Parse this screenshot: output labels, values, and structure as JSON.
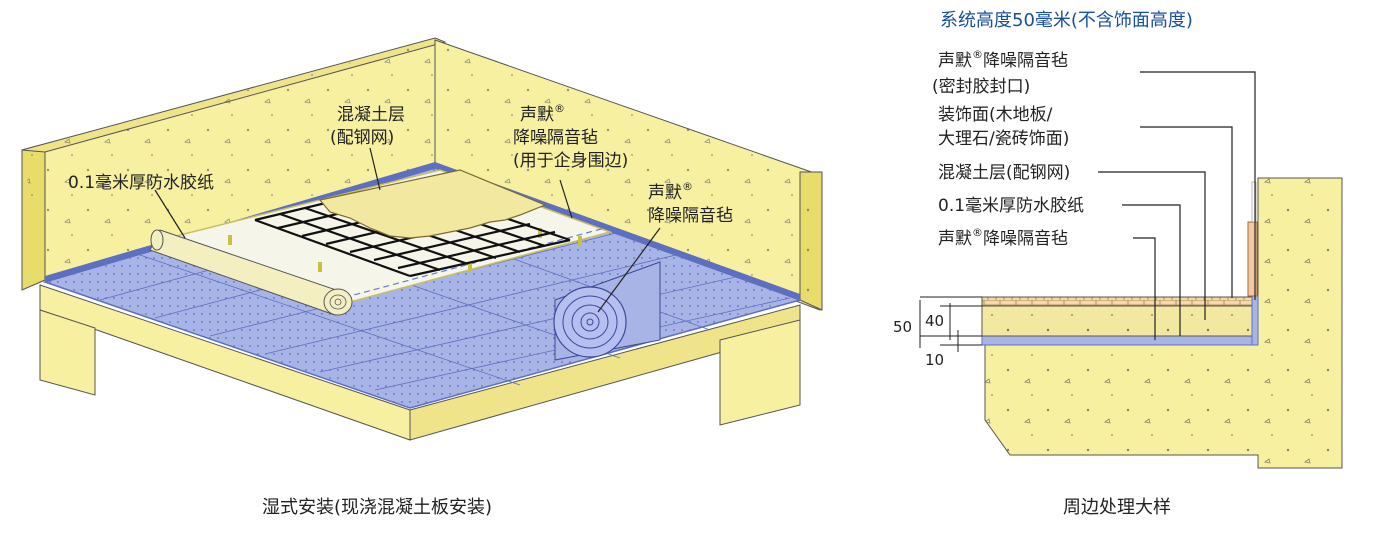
{
  "left": {
    "labels": {
      "concrete": [
        "混凝土层",
        "(配钢网)"
      ],
      "edge_mat": [
        "声默",
        "降噪隔音毡",
        "(用于企身围边)"
      ],
      "membrane": "0.1毫米厚防水胶纸",
      "mat": [
        "声默",
        "降噪隔音毡"
      ]
    },
    "caption": "湿式安装(现浇混凝土板安装)"
  },
  "right": {
    "title": "系统高度50毫米(不含饰面高度)",
    "labels": {
      "l1": "声默",
      "l1b": "降噪隔音毡",
      "l1c": "(密封胶封口)",
      "l2": "装饰面(木地板/",
      "l2b": "大理石/瓷砖饰面)",
      "l3": "混凝土层(配钢网)",
      "l4": "0.1毫米厚防水胶纸",
      "l5": "声默",
      "l5b": "降噪隔音毡"
    },
    "dims": {
      "total": "50",
      "concrete": "40",
      "mat": "10"
    },
    "caption": "周边处理大样"
  },
  "registered": "®",
  "colors": {
    "concrete": "#f7f0a0",
    "concrete_dark": "#e8dc6a",
    "mat_blue": "#a9b4e6",
    "mat_edge": "#5e6fc2",
    "title_blue": "#1a4fa0",
    "wood": "#f3c9a0"
  }
}
